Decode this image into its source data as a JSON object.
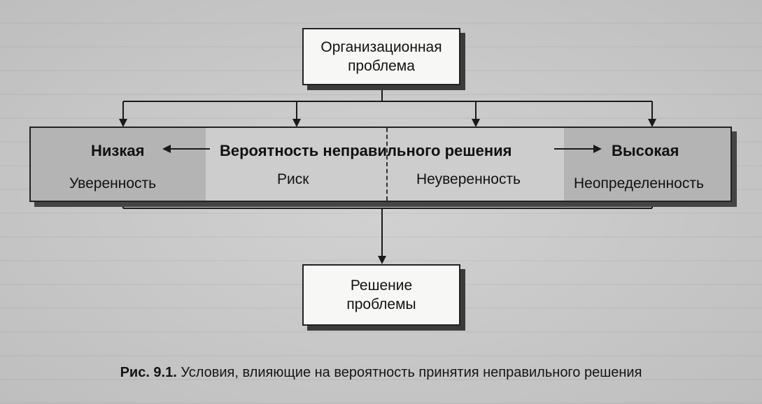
{
  "diagram": {
    "top_box": {
      "line1": "Организационная",
      "line2": "проблема"
    },
    "band": {
      "low": "Низкая",
      "probability": "Вероятность неправильного решения",
      "high": "Высокая",
      "zones": [
        "Уверенность",
        "Риск",
        "Неуверенность",
        "Неопределенность"
      ]
    },
    "bottom_box": {
      "line1": "Решение",
      "line2": "проблемы"
    }
  },
  "caption": {
    "number": "Рис. 9.1.",
    "text": "Условия, влияющие на вероятность принятия неправильного решения"
  }
}
